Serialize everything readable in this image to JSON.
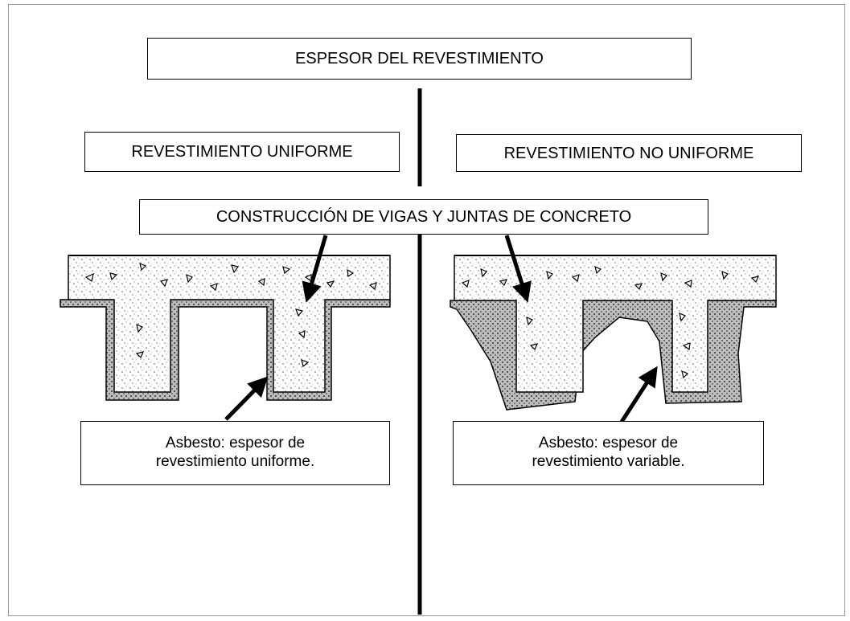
{
  "labels": {
    "title": "ESPESOR DEL REVESTIMIENTO",
    "left_heading": "REVESTIMIENTO UNIFORME",
    "right_heading": "REVESTIMIENTO NO UNIFORME",
    "center_heading": "CONSTRUCCIÓN DE VIGAS Y JUNTAS DE CONCRETO",
    "left_note_line1": "Asbesto: espesor de",
    "left_note_line2": "revestimiento uniforme.",
    "right_note_line1": "Asbesto: espesor de",
    "right_note_line2": "revestimiento variable."
  },
  "colors": {
    "ink": "#000000",
    "concrete": "#d9d9d9",
    "frame": "#9a9a9a"
  }
}
